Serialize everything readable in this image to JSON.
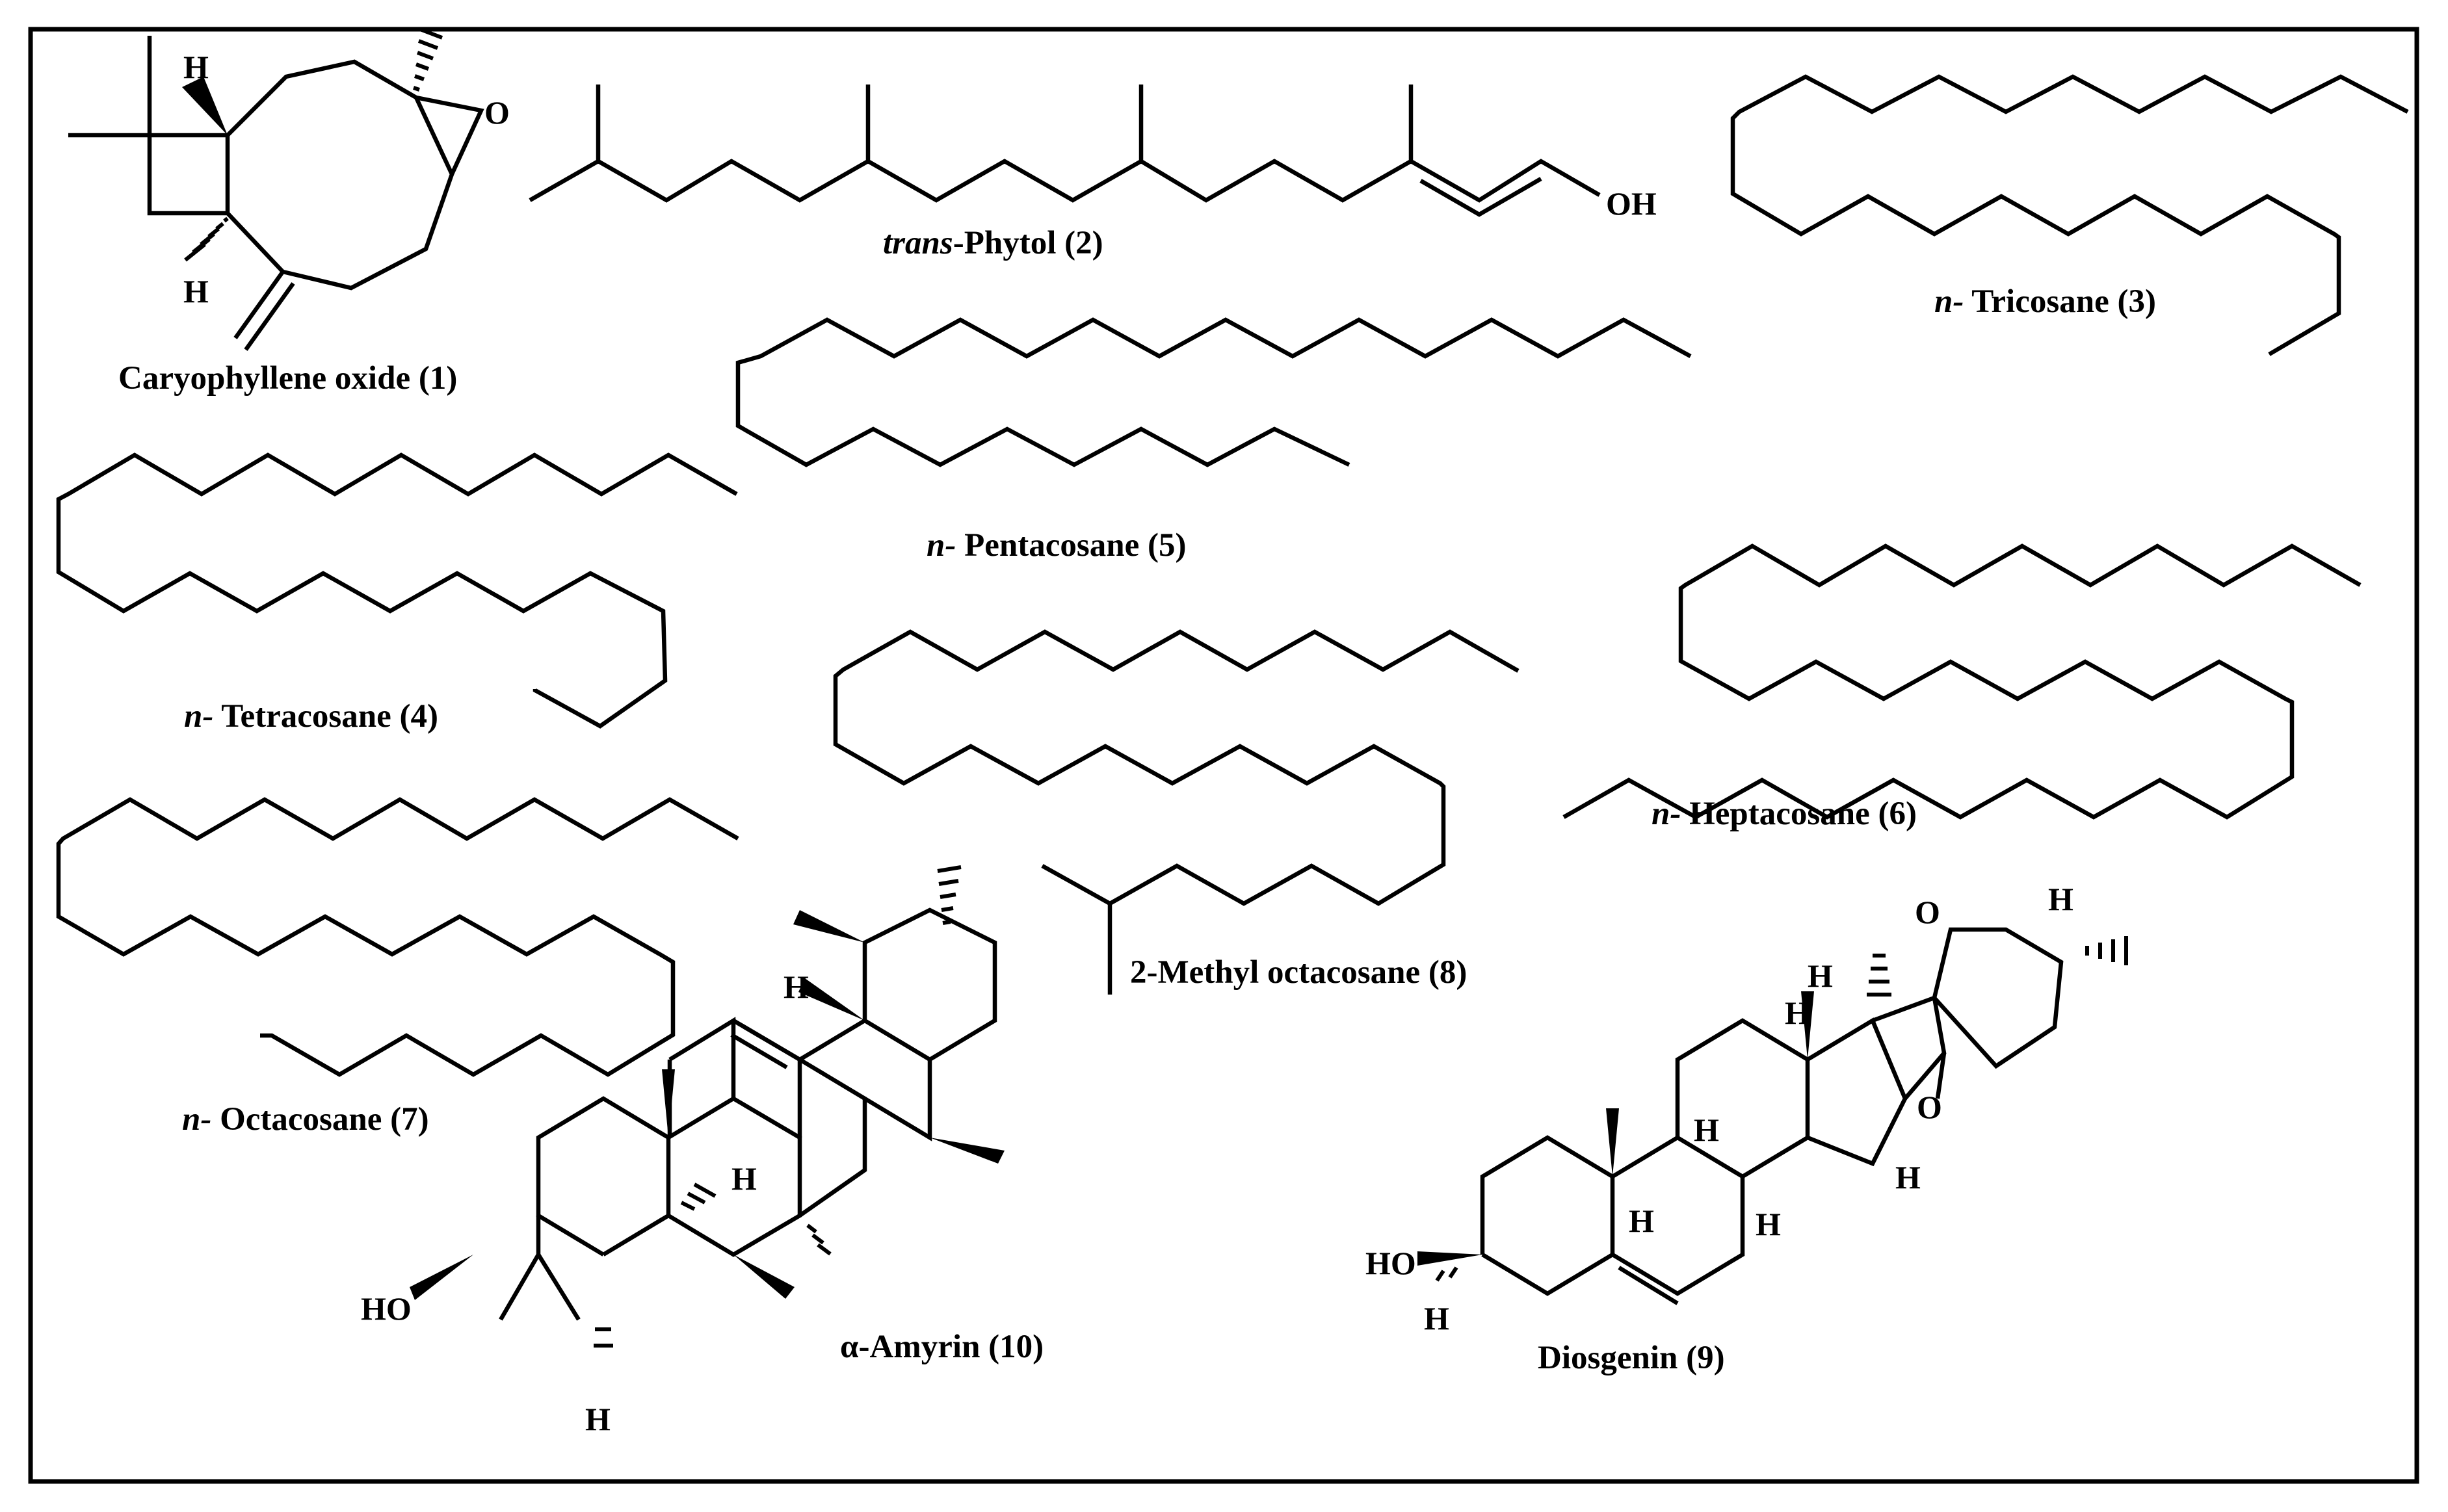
{
  "figure": {
    "compounds": [
      {
        "id": "1",
        "label": "Caryophyllene oxide (1)"
      },
      {
        "id": "2",
        "prefix": "trans",
        "label": "-Phytol (2)"
      },
      {
        "id": "3",
        "prefix": "n-",
        "label": " Tricosane (3)"
      },
      {
        "id": "4",
        "prefix": "n-",
        "label": " Tetracosane (4)"
      },
      {
        "id": "5",
        "prefix": "n-",
        "label": " Pentacosane (5)"
      },
      {
        "id": "6",
        "prefix": "n-",
        "label": " Heptacosane (6)"
      },
      {
        "id": "7",
        "prefix": "n-",
        "label": " Octacosane (7)"
      },
      {
        "id": "8",
        "label": "2-Methyl octacosane (8)"
      },
      {
        "id": "9",
        "label": "Diosgenin (9)"
      },
      {
        "id": "10",
        "label": "α-Amyrin (10)"
      }
    ],
    "atoms": {
      "H": "H",
      "O": "O",
      "OH": "OH",
      "HO": "HO"
    }
  }
}
